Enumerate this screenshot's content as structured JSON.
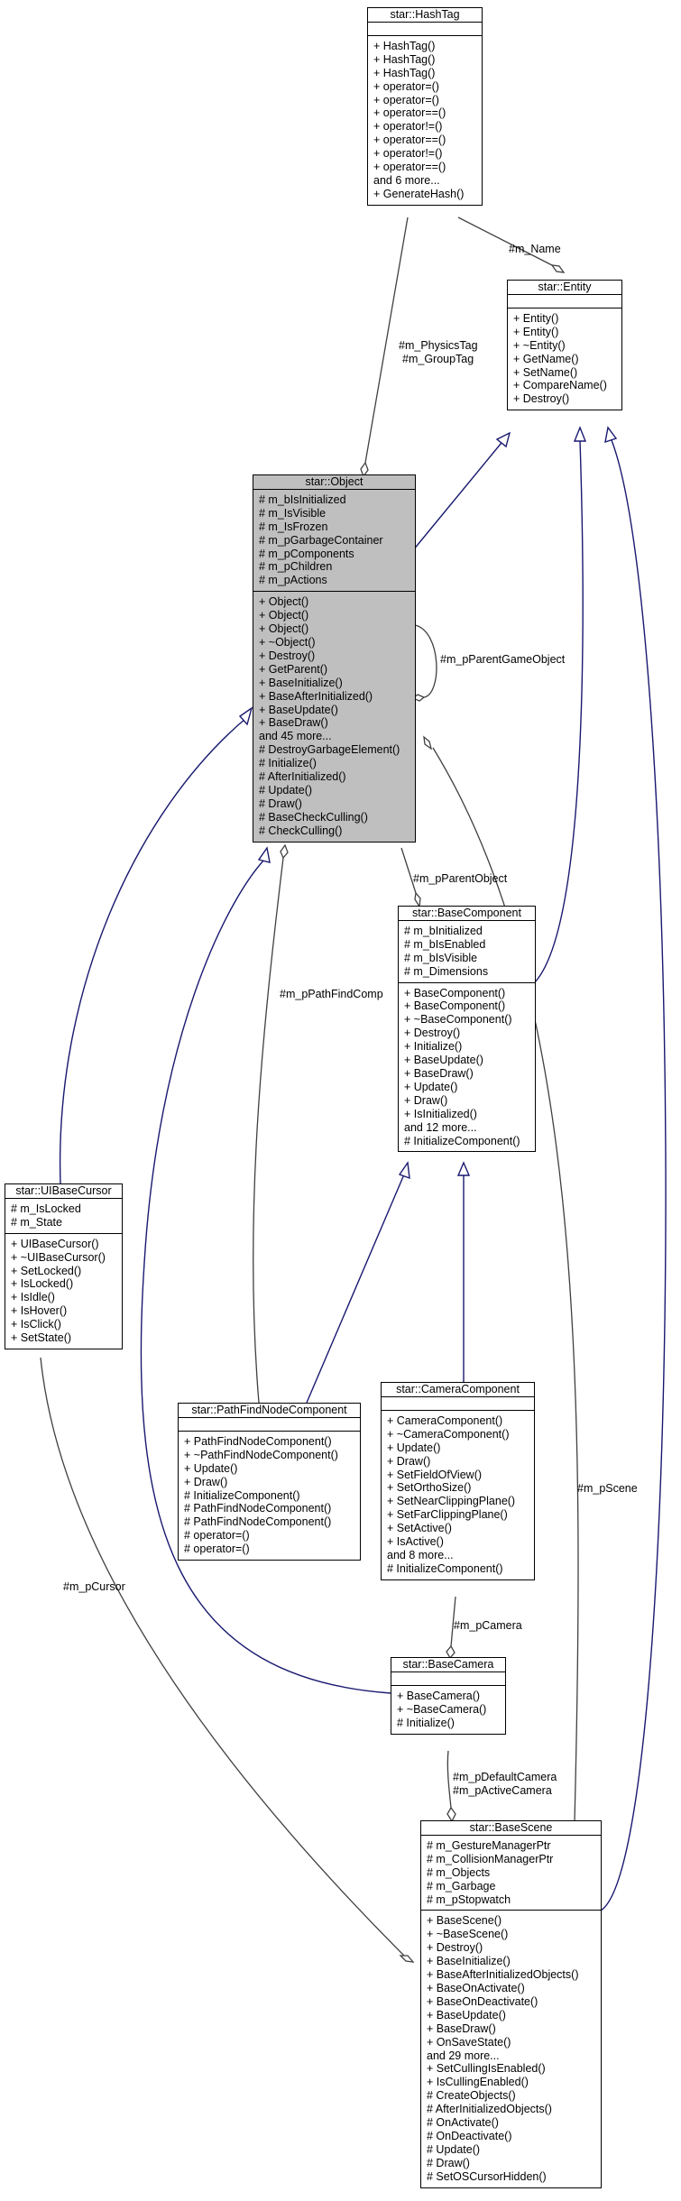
{
  "classes": {
    "hashtag": {
      "title": "star::HashTag",
      "attributes": [],
      "methods": [
        "+ HashTag()",
        "+ HashTag()",
        "+ HashTag()",
        "+ operator=()",
        "+ operator=()",
        "+ operator==()",
        "+ operator!=()",
        "+ operator==()",
        "+ operator!=()",
        "+ operator==()",
        "and 6 more...",
        "+ GenerateHash()"
      ]
    },
    "entity": {
      "title": "star::Entity",
      "attributes": [],
      "methods": [
        "+ Entity()",
        "+ Entity()",
        "+ ~Entity()",
        "+ GetName()",
        "+ SetName()",
        "+ CompareName()",
        "+ Destroy()"
      ]
    },
    "object": {
      "title": "star::Object",
      "attributes": [
        "# m_bIsInitialized",
        "# m_IsVisible",
        "# m_IsFrozen",
        "# m_pGarbageContainer",
        "# m_pComponents",
        "# m_pChildren",
        "# m_pActions"
      ],
      "methods": [
        "+ Object()",
        "+ Object()",
        "+ Object()",
        "+ ~Object()",
        "+ Destroy()",
        "+ GetParent()",
        "+ BaseInitialize()",
        "+ BaseAfterInitialized()",
        "+ BaseUpdate()",
        "+ BaseDraw()",
        "and 45 more...",
        "# DestroyGarbageElement()",
        "# Initialize()",
        "# AfterInitialized()",
        "# Update()",
        "# Draw()",
        "# BaseCheckCulling()",
        "# CheckCulling()"
      ]
    },
    "basecomponent": {
      "title": "star::BaseComponent",
      "attributes": [
        "# m_bInitialized",
        "# m_bIsEnabled",
        "# m_bIsVisible",
        "# m_Dimensions"
      ],
      "methods": [
        "+ BaseComponent()",
        "+ BaseComponent()",
        "+ ~BaseComponent()",
        "+ Destroy()",
        "+ Initialize()",
        "+ BaseUpdate()",
        "+ BaseDraw()",
        "+ Update()",
        "+ Draw()",
        "+ IsInitialized()",
        "and 12 more...",
        "# InitializeComponent()"
      ]
    },
    "uibasecursor": {
      "title": "star::UIBaseCursor",
      "attributes": [
        "# m_IsLocked",
        "# m_State"
      ],
      "methods": [
        "+ UIBaseCursor()",
        "+ ~UIBaseCursor()",
        "+ SetLocked()",
        "+ IsLocked()",
        "+ IsIdle()",
        "+ IsHover()",
        "+ IsClick()",
        "+ SetState()"
      ]
    },
    "pathfind": {
      "title": "star::PathFindNodeComponent",
      "attributes": [],
      "methods": [
        "+ PathFindNodeComponent()",
        "+ ~PathFindNodeComponent()",
        "+ Update()",
        "+ Draw()",
        "# InitializeComponent()",
        "# PathFindNodeComponent()",
        "# PathFindNodeComponent()",
        "# operator=()",
        "# operator=()"
      ]
    },
    "cameracomponent": {
      "title": "star::CameraComponent",
      "attributes": [],
      "methods": [
        "+ CameraComponent()",
        "+ ~CameraComponent()",
        "+ Update()",
        "+ Draw()",
        "+ SetFieldOfView()",
        "+ SetOrthoSize()",
        "+ SetNearClippingPlane()",
        "+ SetFarClippingPlane()",
        "+ SetActive()",
        "+ IsActive()",
        "and 8 more...",
        "# InitializeComponent()"
      ]
    },
    "basecamera": {
      "title": "star::BaseCamera",
      "attributes": [],
      "methods": [
        "+ BaseCamera()",
        "+ ~BaseCamera()",
        "# Initialize()"
      ]
    },
    "basescene": {
      "title": "star::BaseScene",
      "attributes": [
        "# m_GestureManagerPtr",
        "# m_CollisionManagerPtr",
        "# m_Objects",
        "# m_Garbage",
        "# m_pStopwatch"
      ],
      "methods": [
        "+ BaseScene()",
        "+ ~BaseScene()",
        "+ Destroy()",
        "+ BaseInitialize()",
        "+ BaseAfterInitializedObjects()",
        "+ BaseOnActivate()",
        "+ BaseOnDeactivate()",
        "+ BaseUpdate()",
        "+ BaseDraw()",
        "+ OnSaveState()",
        "and 29 more...",
        "+ SetCullingIsEnabled()",
        "+ IsCullingEnabled()",
        "# CreateObjects()",
        "# AfterInitializedObjects()",
        "# OnActivate()",
        "# OnDeactivate()",
        "# Update()",
        "# Draw()",
        "# SetOSCursorHidden()"
      ]
    }
  },
  "edge_labels": {
    "m_name": "#m_Name",
    "physics_tag": "#m_PhysicsTag",
    "group_tag": "#m_GroupTag",
    "parent_game_object": "#m_pParentGameObject",
    "parent_object": "#m_pParentObject",
    "path_find_comp": "#m_pPathFindComp",
    "scene": "#m_pScene",
    "cursor": "#m_pCursor",
    "camera": "#m_pCamera",
    "default_camera": "#m_pDefaultCamera",
    "active_camera": "#m_pActiveCamera"
  },
  "colors": {
    "inheritance": "#191970",
    "association": "#404040",
    "highlight_fill": "#bfbfbf"
  }
}
